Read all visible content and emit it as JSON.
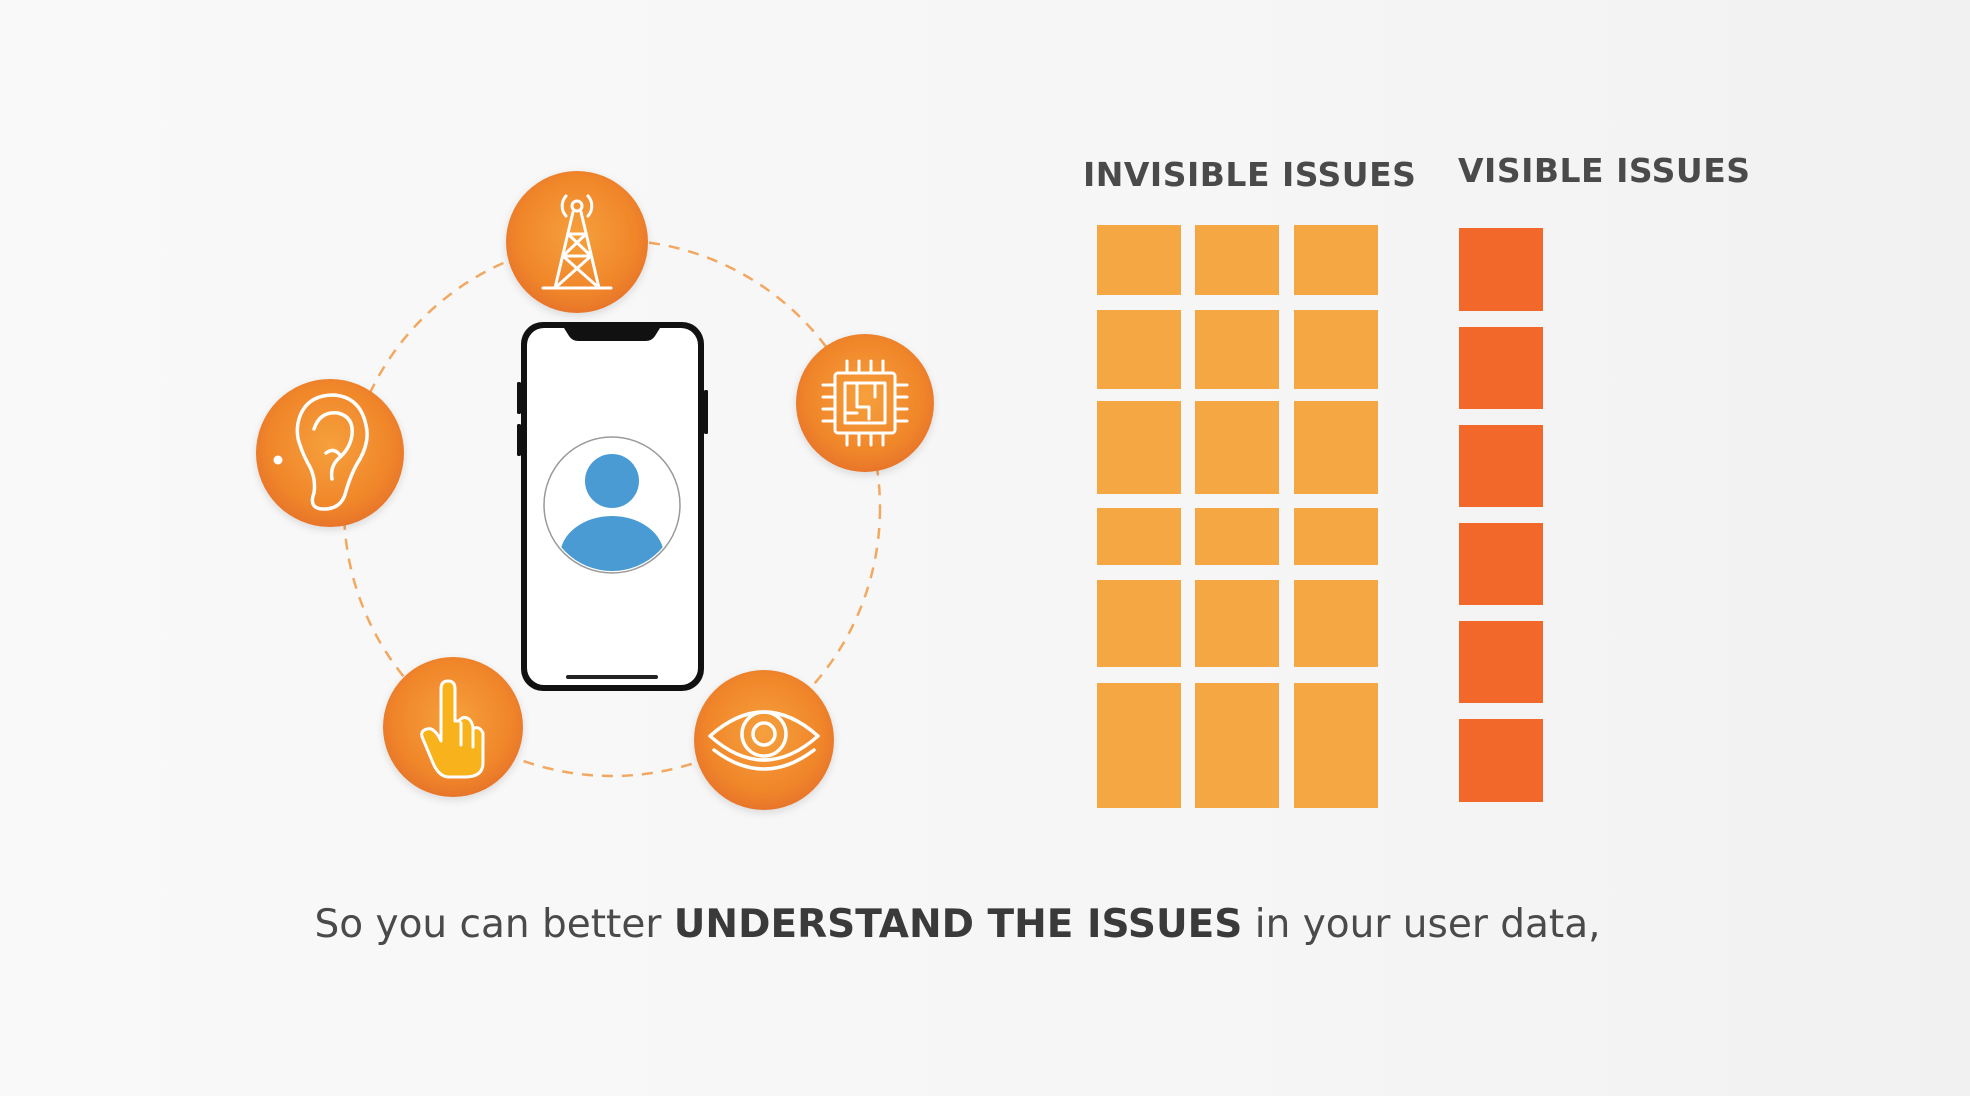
{
  "headings": {
    "invisible": "INVISIBLE ISSUES",
    "visible": "VISIBLE ISSUES"
  },
  "caption": {
    "before": "So you can better ",
    "emphasis": "UNDERSTAND THE ISSUES",
    "after": " in your user data,"
  },
  "icons": [
    "cell-tower-icon",
    "processor-chip-icon",
    "eye-icon",
    "pointing-hand-icon",
    "ear-icon",
    "smartphone-icon",
    "user-avatar-icon"
  ],
  "colors": {
    "badge_orange": "#f08a2a",
    "invisible_block": "#f4a742",
    "visible_block": "#f2682b",
    "avatar_blue": "#4a9bd4",
    "text": "#4a4a4a"
  }
}
